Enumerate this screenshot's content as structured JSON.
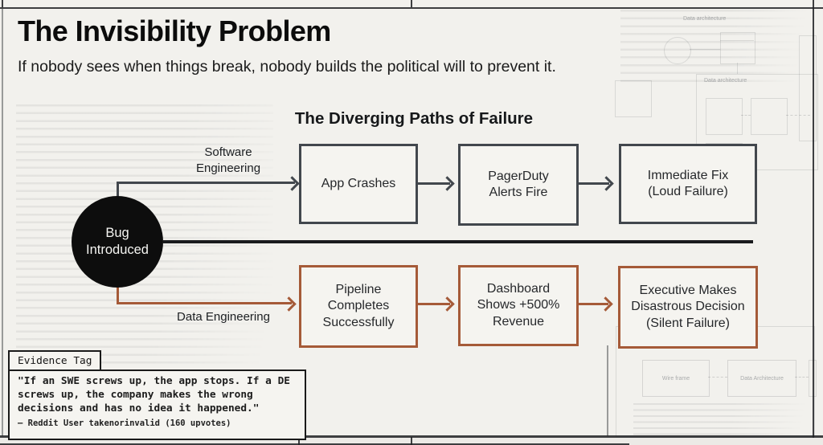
{
  "slide": {
    "title": "The Invisibility Problem",
    "subtitle": "If nobody sees when things break, nobody builds the political will to prevent it.",
    "diagram_title": "The Diverging Paths of Failure"
  },
  "flow": {
    "origin_label": "Bug\nIntroduced",
    "software_path_label": "Software\nEngineering",
    "data_path_label": "Data Engineering",
    "software_boxes": [
      "App Crashes",
      "PagerDuty\nAlerts Fire",
      "Immediate Fix\n(Loud Failure)"
    ],
    "data_boxes": [
      "Pipeline\nCompletes\nSuccessfully",
      "Dashboard\nShows +500%\nRevenue",
      "Executive Makes\nDisastrous Decision\n(Silent Failure)"
    ]
  },
  "evidence": {
    "tag_label": "Evidence Tag",
    "quote": "\"If an SWE screws up, the app stops. If a DE\nscrews up, the company makes the wrong\ndecisions and has no idea it happened.\"",
    "attribution": "— Reddit User takenorinvalid (160 upvotes)"
  },
  "background": {
    "flowchart_label_top": "Data architecture",
    "flowchart_label_inner": "Data architecture",
    "wireframe_box_1": "Wire frame",
    "wireframe_box_2": "Data Architecture"
  },
  "theme": {
    "slide-bg": "#f2f1ed",
    "box-bg": "#f5f4f0",
    "ink": "#141517",
    "software-color": "#42474d",
    "data-color": "#a55a38",
    "origin-color": "#0d0d0d",
    "line-color": "#1a1b1d"
  }
}
